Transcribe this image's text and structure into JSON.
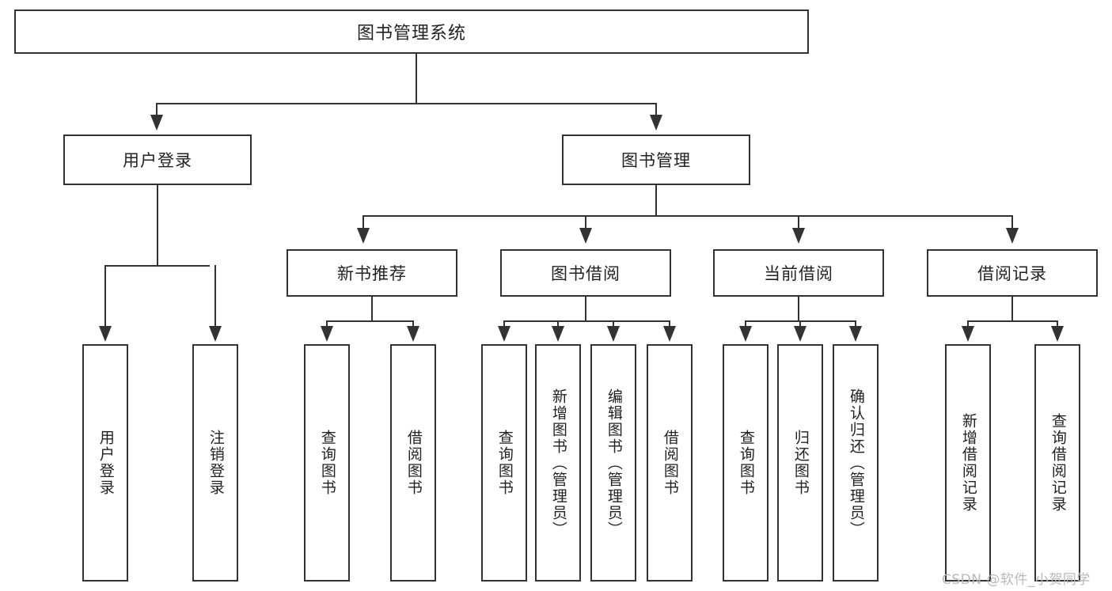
{
  "diagram": {
    "type": "tree-hierarchy",
    "title": "图书管理系统",
    "watermark": "CSDN @软件_小贺同学",
    "levels": 4
  },
  "root": {
    "label": "图书管理系统"
  },
  "level2": [
    {
      "id": "user-login",
      "label": "用户登录"
    },
    {
      "id": "book-manage",
      "label": "图书管理"
    }
  ],
  "level3": [
    {
      "id": "new-book-recommend",
      "label": "新书推荐"
    },
    {
      "id": "book-borrow",
      "label": "图书借阅"
    },
    {
      "id": "current-borrow",
      "label": "当前借阅"
    },
    {
      "id": "borrow-record",
      "label": "借阅记录"
    }
  ],
  "leaves": {
    "user_login": [
      {
        "id": "leaf-user-login",
        "label": "用户登录"
      },
      {
        "id": "leaf-logout-login",
        "label": "注销登录"
      }
    ],
    "new_book_recommend": [
      {
        "id": "leaf-query-book-1",
        "label": "查询图书"
      },
      {
        "id": "leaf-borrow-book-1",
        "label": "借阅图书"
      }
    ],
    "book_borrow": [
      {
        "id": "leaf-query-book-2",
        "label": "查询图书"
      },
      {
        "id": "leaf-add-book",
        "label": "新增图书（管理员）"
      },
      {
        "id": "leaf-edit-book",
        "label": "编辑图书（管理员）"
      },
      {
        "id": "leaf-borrow-book-2",
        "label": "借阅图书"
      }
    ],
    "current_borrow": [
      {
        "id": "leaf-query-book-3",
        "label": "查询图书"
      },
      {
        "id": "leaf-return-book",
        "label": "归还图书"
      },
      {
        "id": "leaf-confirm-return",
        "label": "确认归还（管理员）"
      }
    ],
    "borrow_record": [
      {
        "id": "leaf-add-borrow-record",
        "label": "新增借阅记录"
      },
      {
        "id": "leaf-query-borrow-record",
        "label": "查询借阅记录"
      }
    ]
  },
  "colors": {
    "stroke": "#333333",
    "fill": "#ffffff",
    "text": "#222222",
    "watermark": "#b9b9b9"
  }
}
